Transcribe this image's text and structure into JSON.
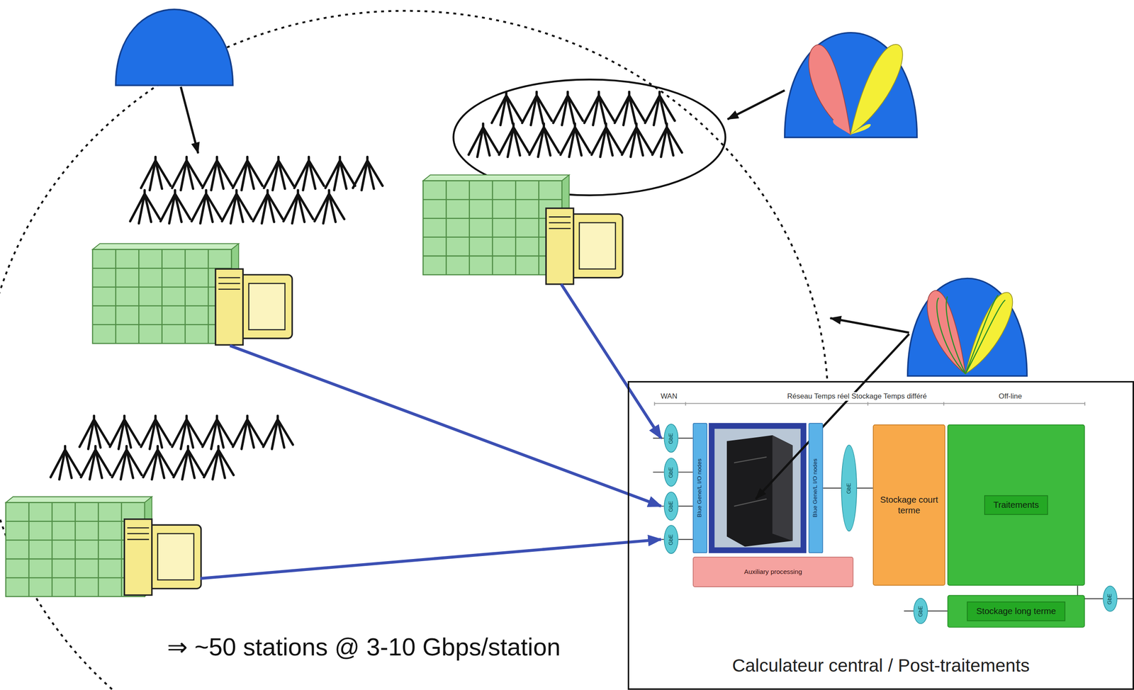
{
  "diagram": {
    "nodes": [
      {
        "text": [
          "Calculateur central / Post-traitements"
        ]
      },
      {
        "text": [
          "Blue Gene/L I/O nodes"
        ],
        "in": 0
      },
      {
        "text": [
          "Blue Gene/L I/O nodes"
        ],
        "in": 0
      },
      {
        "text": [
          "Auxiliary processing"
        ],
        "in": 0
      },
      {
        "text": [
          "GbE"
        ],
        "in": 0
      },
      {
        "text": [
          "GbE"
        ],
        "in": 0
      },
      {
        "text": [
          "GbE"
        ],
        "in": 0
      },
      {
        "text": [
          "GbE"
        ],
        "in": 0
      },
      {
        "text": [
          "GbE"
        ],
        "in": 0
      },
      {
        "text": [
          "Stockage court terme"
        ],
        "in": 0
      },
      {
        "text": [
          "Traitements"
        ],
        "in": 0
      },
      {
        "text": [
          "Stockage long terme"
        ],
        "in": 0
      },
      {
        "text": [
          "GbE"
        ],
        "in": 0
      },
      {
        "text": [
          "GbE"
        ],
        "in": 0
      }
    ],
    "edges": [
      {
        "from": 4,
        "to": 1,
        "arrow": "none"
      },
      {
        "from": 5,
        "to": 1,
        "arrow": "none"
      },
      {
        "from": 6,
        "to": 1,
        "arrow": "none"
      },
      {
        "from": 7,
        "to": 1,
        "arrow": "none"
      },
      {
        "from": 2,
        "to": 8,
        "arrow": "none"
      },
      {
        "from": 8,
        "to": 9,
        "arrow": "none"
      },
      {
        "from": 12,
        "to": 11,
        "arrow": "none"
      },
      {
        "from": 10,
        "to": 13,
        "arrow": "none"
      }
    ],
    "labels": [
      "WAN",
      "Réseau Temps réel Stockage Temps différé",
      "Off-line",
      "⇒ ~50 stations @ 3-10 Gbps/station"
    ]
  }
}
